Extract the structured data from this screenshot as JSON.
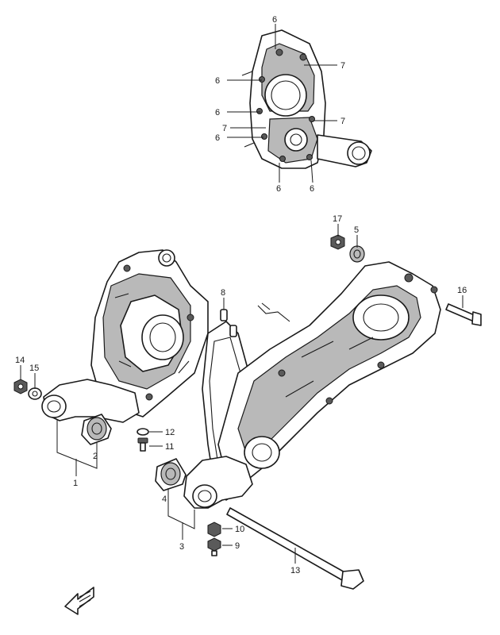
{
  "callouts": {
    "c1": "1",
    "c2": "2",
    "c3": "3",
    "c4": "4",
    "c5": "5",
    "c6a": "6",
    "c6b": "6",
    "c6c": "6",
    "c6d": "6",
    "c6e": "6",
    "c6f": "6",
    "c7a": "7",
    "c7b": "7",
    "c7c": "7",
    "c8": "8",
    "c9": "9",
    "c10": "10",
    "c11": "11",
    "c12": "12",
    "c13": "13",
    "c14": "14",
    "c15": "15",
    "c16": "16",
    "c17": "17"
  },
  "icons": {
    "direction": "front-arrow-icon"
  },
  "colors": {
    "line": "#1a1a1a",
    "shade": "#b9b9b9",
    "background": "#ffffff"
  }
}
